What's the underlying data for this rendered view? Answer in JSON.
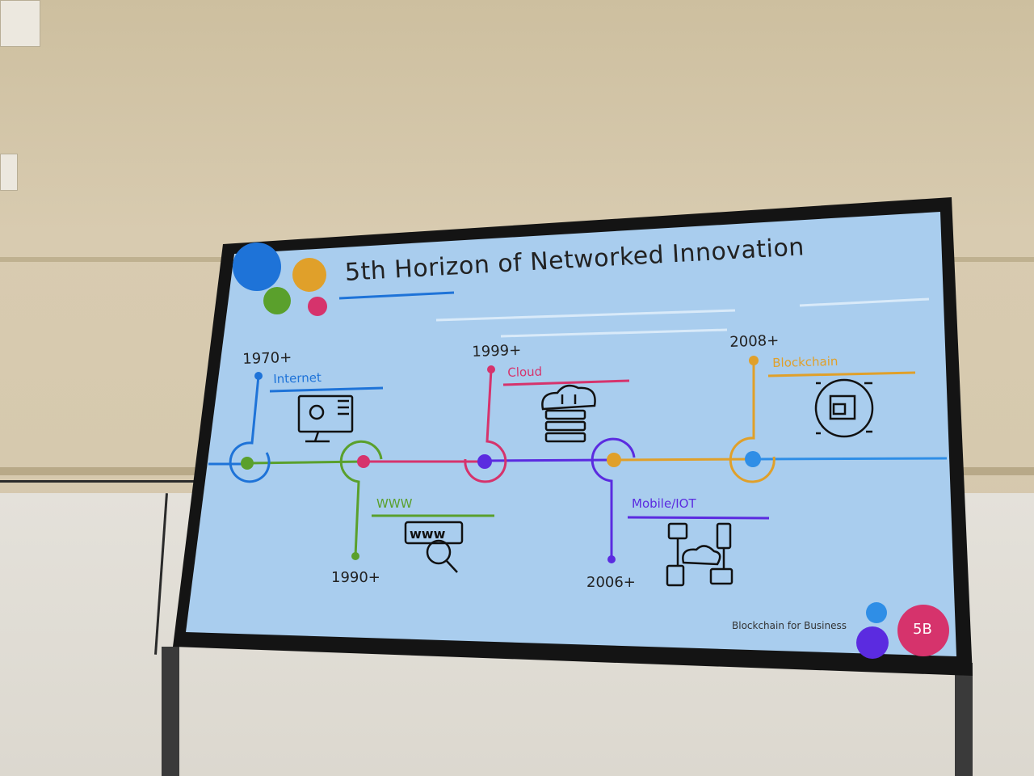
{
  "slide": {
    "title": "5th Horizon of Networked Innovation",
    "footer_text": "Blockchain for Business",
    "badge": "5B"
  },
  "milestones": [
    {
      "year": "1970+",
      "label": "Internet",
      "color": "#1e73d8",
      "icon": "computer-network-icon"
    },
    {
      "year": "1990+",
      "label": "WWW",
      "color": "#5aa02c",
      "icon": "www-search-icon"
    },
    {
      "year": "1999+",
      "label": "Cloud",
      "color": "#d6336c",
      "icon": "cloud-server-icon"
    },
    {
      "year": "2006+",
      "label": "Mobile/IOT",
      "color": "#5b2be0",
      "icon": "iot-network-icon"
    },
    {
      "year": "2008+",
      "label": "Blockchain",
      "color": "#e0a02a",
      "icon": "blockchain-cube-icon"
    }
  ],
  "colors": {
    "slide_bg": "#a9cdee",
    "blue": "#1e73d8",
    "green": "#5aa02c",
    "pink": "#d6336c",
    "purple": "#5b2be0",
    "gold": "#e0a02a",
    "badge_bg": "#d6336c"
  }
}
